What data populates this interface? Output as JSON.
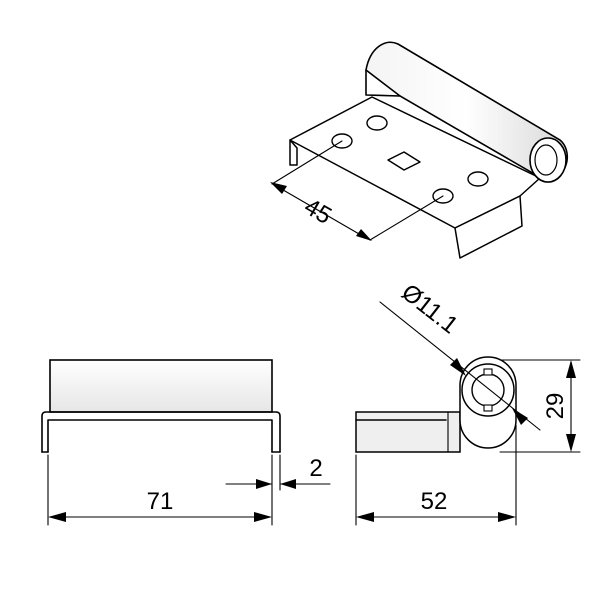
{
  "dimensions": {
    "iso_hole_spacing": "45",
    "front_length": "71",
    "thickness": "2",
    "side_width": "52",
    "knuckle_height": "29",
    "pin_diameter": "Ø11.1"
  }
}
